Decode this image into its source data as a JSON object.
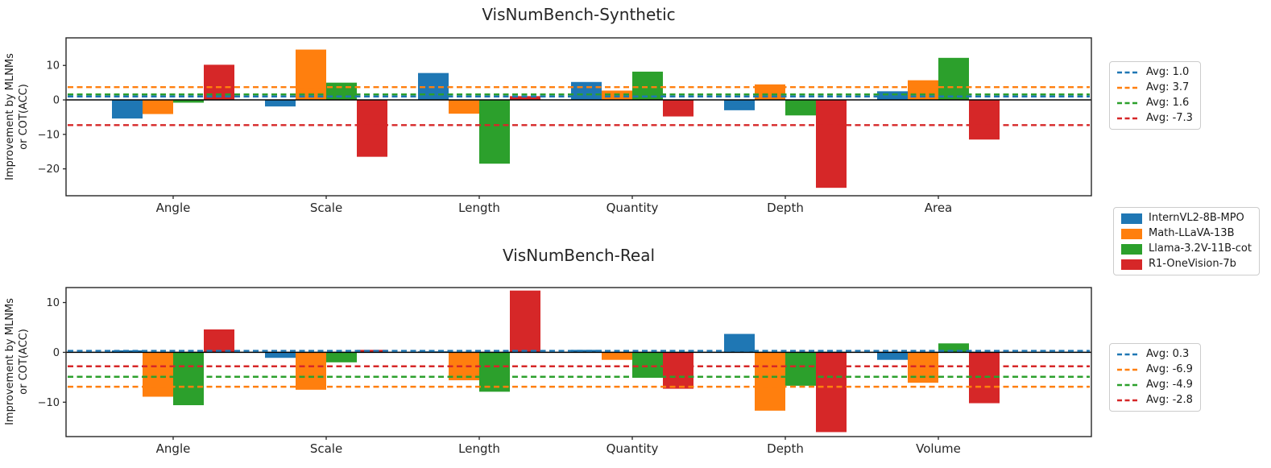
{
  "chart_data": [
    {
      "type": "bar",
      "title": "VisNumBench-Synthetic",
      "ylabel": "Improvement by MLNMs\nor COT(ACC)",
      "xlabel": "",
      "categories": [
        "Angle",
        "Scale",
        "Length",
        "Quantity",
        "Depth",
        "Area"
      ],
      "series": [
        {
          "name": "InternVL2-8B-MPO",
          "color": "#1f77b4",
          "values": [
            -5.4,
            -1.9,
            7.8,
            5.2,
            -3.0,
            2.5
          ],
          "avg": 1.0,
          "avg_label": "Avg: 1.0"
        },
        {
          "name": "Math-LLaVA-13B",
          "color": "#ff7f0e",
          "values": [
            -4.1,
            14.6,
            -4.0,
            2.7,
            4.5,
            5.7
          ],
          "avg": 3.7,
          "avg_label": "Avg: 3.7"
        },
        {
          "name": "Llama-3.2V-11B-cot",
          "color": "#2ca02c",
          "values": [
            -0.8,
            5.0,
            -18.5,
            8.2,
            -4.5,
            12.2
          ],
          "avg": 1.6,
          "avg_label": "Avg: 1.6"
        },
        {
          "name": "R1-OneVision-7b",
          "color": "#d62728",
          "values": [
            10.2,
            -16.5,
            1.1,
            -4.8,
            -25.5,
            -11.5
          ],
          "avg": -7.3,
          "avg_label": "Avg: -7.3"
        }
      ],
      "yticks": [
        10,
        0,
        -10,
        -20
      ],
      "ylim": [
        -27.8,
        18.0
      ],
      "grid": false,
      "zero_line": true,
      "legend_position": "right"
    },
    {
      "type": "bar",
      "title": "VisNumBench-Real",
      "ylabel": "Improvement by MLNMs\nor COT(ACC)",
      "xlabel": "",
      "categories": [
        "Angle",
        "Scale",
        "Length",
        "Quantity",
        "Depth",
        "Volume"
      ],
      "series": [
        {
          "name": "InternVL2-8B-MPO",
          "color": "#1f77b4",
          "values": [
            0.4,
            -1.1,
            0.2,
            0.5,
            3.7,
            -1.5
          ],
          "avg": 0.3,
          "avg_label": "Avg: 0.3"
        },
        {
          "name": "Math-LLaVA-13B",
          "color": "#ff7f0e",
          "values": [
            -8.9,
            -7.5,
            -5.6,
            -1.5,
            -11.7,
            -6.1
          ],
          "avg": -6.9,
          "avg_label": "Avg: -6.9"
        },
        {
          "name": "Llama-3.2V-11B-cot",
          "color": "#2ca02c",
          "values": [
            -10.6,
            -2.0,
            -7.9,
            -5.1,
            -6.7,
            1.8
          ],
          "avg": -4.9,
          "avg_label": "Avg: -4.9"
        },
        {
          "name": "R1-OneVision-7b",
          "color": "#d62728",
          "values": [
            4.6,
            0.5,
            12.4,
            -7.3,
            -16.0,
            -10.2
          ],
          "avg": -2.8,
          "avg_label": "Avg: -2.8"
        }
      ],
      "yticks": [
        10,
        0,
        -10
      ],
      "ylim": [
        -16.9,
        13.0
      ],
      "grid": false,
      "zero_line": true,
      "legend_position": "right"
    }
  ],
  "model_legend": {
    "entries": [
      {
        "label": "InternVL2-8B-MPO",
        "color": "#1f77b4"
      },
      {
        "label": "Math-LLaVA-13B",
        "color": "#ff7f0e"
      },
      {
        "label": "Llama-3.2V-11B-cot",
        "color": "#2ca02c"
      },
      {
        "label": "R1-OneVision-7b",
        "color": "#d62728"
      }
    ]
  }
}
